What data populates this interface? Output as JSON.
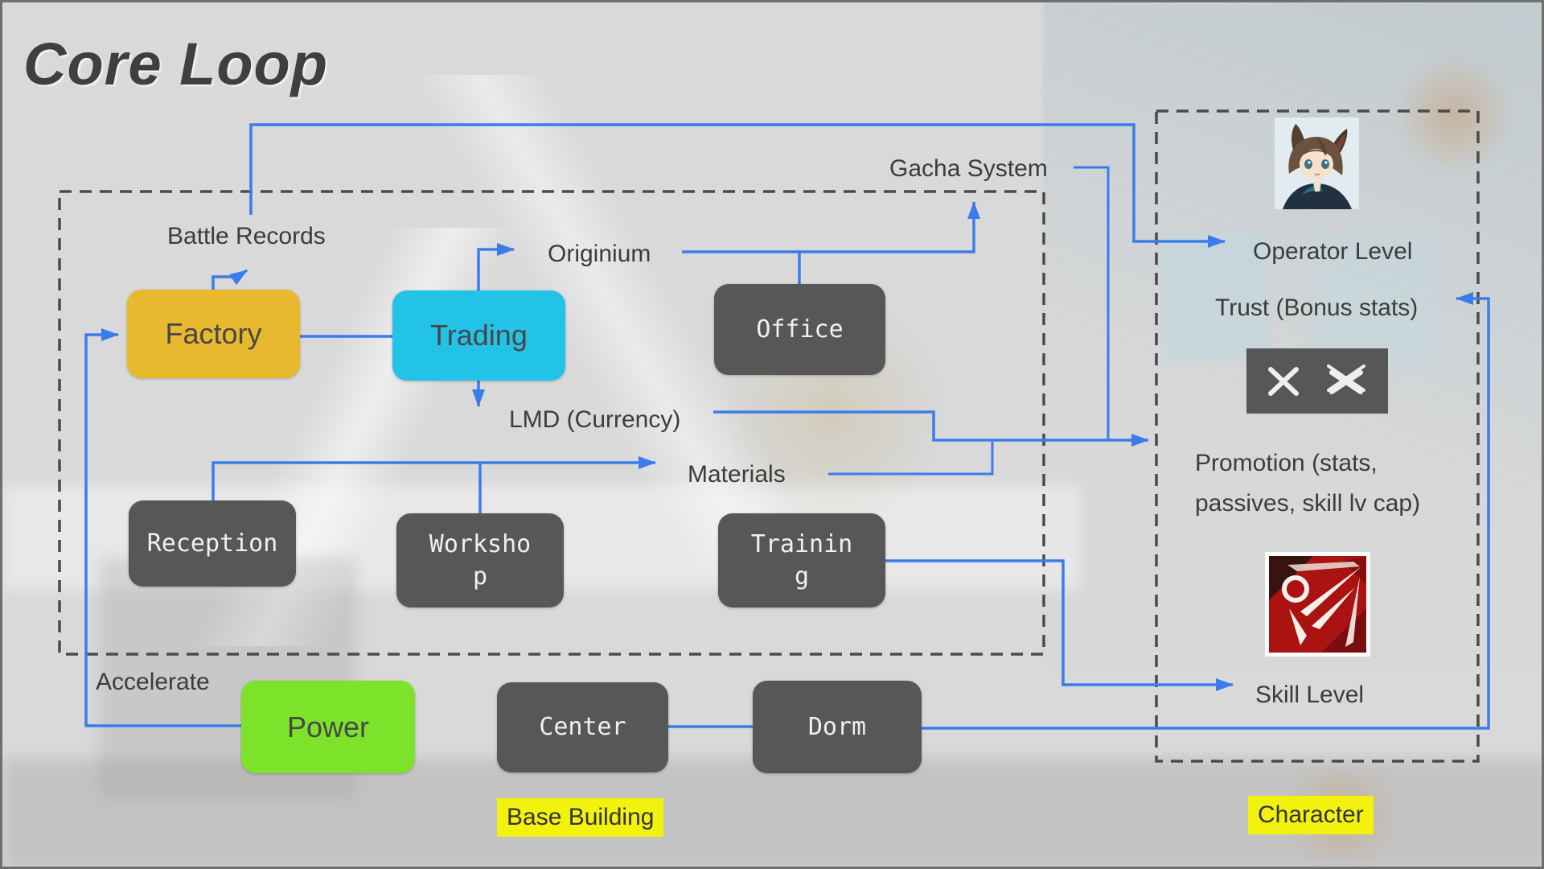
{
  "title": "Core Loop",
  "colors": {
    "edge": "#3b7cec",
    "factory_fill": "#e8b92e",
    "trading_fill": "#23c3e8",
    "power_fill": "#7de32a",
    "dark_fill": "#575757",
    "highlight_fill": "#f2f20e",
    "dashed_frame": "#4a4a4a"
  },
  "nodes": {
    "factory": {
      "label": "Factory"
    },
    "trading": {
      "label": "Trading"
    },
    "office": {
      "label": "Office"
    },
    "reception": {
      "label": "Reception"
    },
    "workshop": {
      "lines": [
        "Worksho",
        "p"
      ]
    },
    "training": {
      "lines": [
        "Trainin",
        "g"
      ]
    },
    "power": {
      "label": "Power"
    },
    "center": {
      "label": "Center"
    },
    "dorm": {
      "label": "Dorm"
    }
  },
  "labels": {
    "battle_records": "Battle Records",
    "originium": "Originium",
    "gacha_system": "Gacha System",
    "lmd": "LMD (Currency)",
    "materials": "Materials",
    "accelerate": "Accelerate",
    "operator_level": "Operator Level",
    "trust": "Trust (Bonus stats)",
    "promotion": "Promotion (stats, passives, skill lv cap)",
    "skill_level": "Skill Level"
  },
  "groups": {
    "base_building": "Base Building",
    "character": "Character"
  },
  "icons": {
    "portrait": "amiya-operator-portrait",
    "elite_badges": "elite-promotion-badges",
    "skill": "red-skill-icon"
  }
}
